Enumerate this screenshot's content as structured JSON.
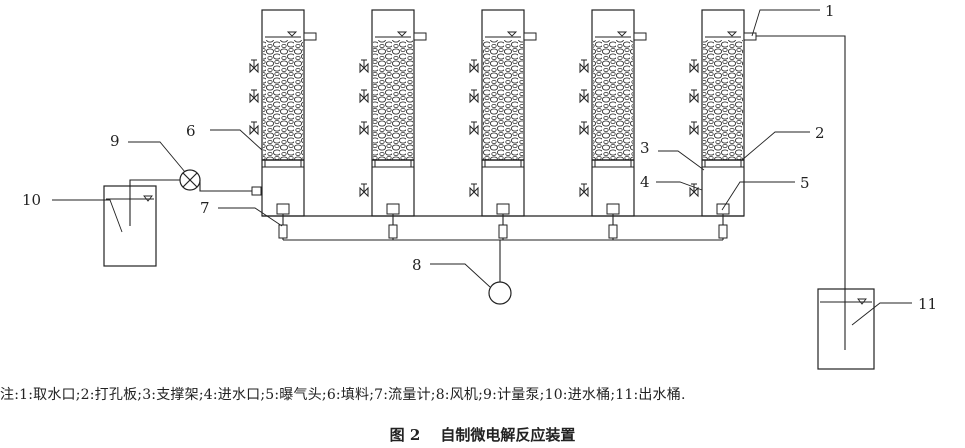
{
  "diagram": {
    "labels": [
      "1",
      "2",
      "3",
      "4",
      "5",
      "6",
      "7",
      "8",
      "9",
      "10",
      "11"
    ],
    "column_count": 5
  },
  "note": "注:1:取水口;2:打孔板;3:支撑架;4:进水口;5:曝气头;6:填料;7:流量计;8:风机;9:计量泵;10:进水桶;11:出水桶.",
  "caption": {
    "figure_number": "图 2",
    "title": "自制微电解反应装置"
  }
}
